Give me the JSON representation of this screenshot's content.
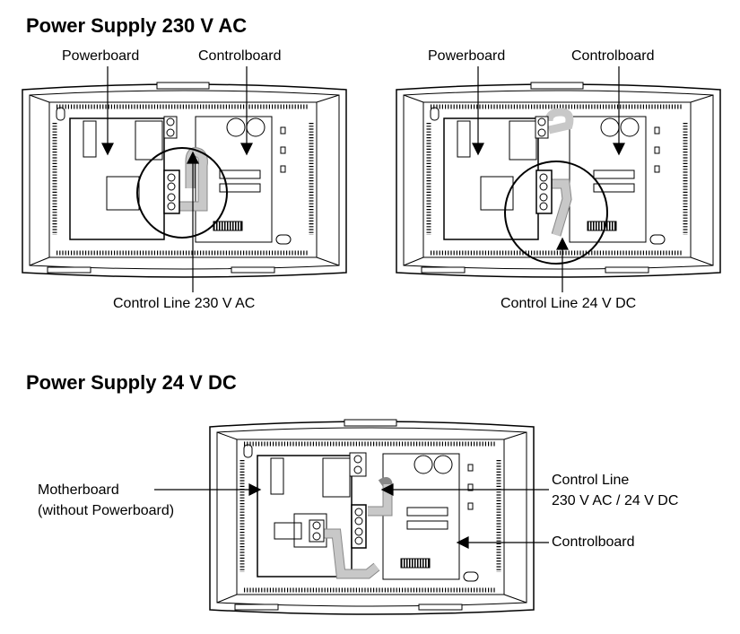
{
  "sections": [
    {
      "heading": "Power Supply 230 V AC",
      "diagrams": [
        {
          "labels": {
            "powerboard": "Powerboard",
            "controlboard": "Controlboard",
            "control_line": "Control Line 230 V AC"
          }
        },
        {
          "labels": {
            "powerboard": "Powerboard",
            "controlboard": "Controlboard",
            "control_line": "Control Line 24 V DC"
          }
        }
      ]
    },
    {
      "heading": "Power Supply 24 V DC",
      "diagrams": [
        {
          "labels": {
            "motherboard": "Motherboard",
            "motherboard_note": "(without Powerboard)",
            "control_line": "Control Line",
            "control_line_values": "230 V AC / 24 V DC",
            "controlboard": "Controlboard"
          }
        }
      ]
    }
  ],
  "colors": {
    "line": "#000000",
    "cable": "#c8c8c8",
    "case": "#ffffff"
  }
}
